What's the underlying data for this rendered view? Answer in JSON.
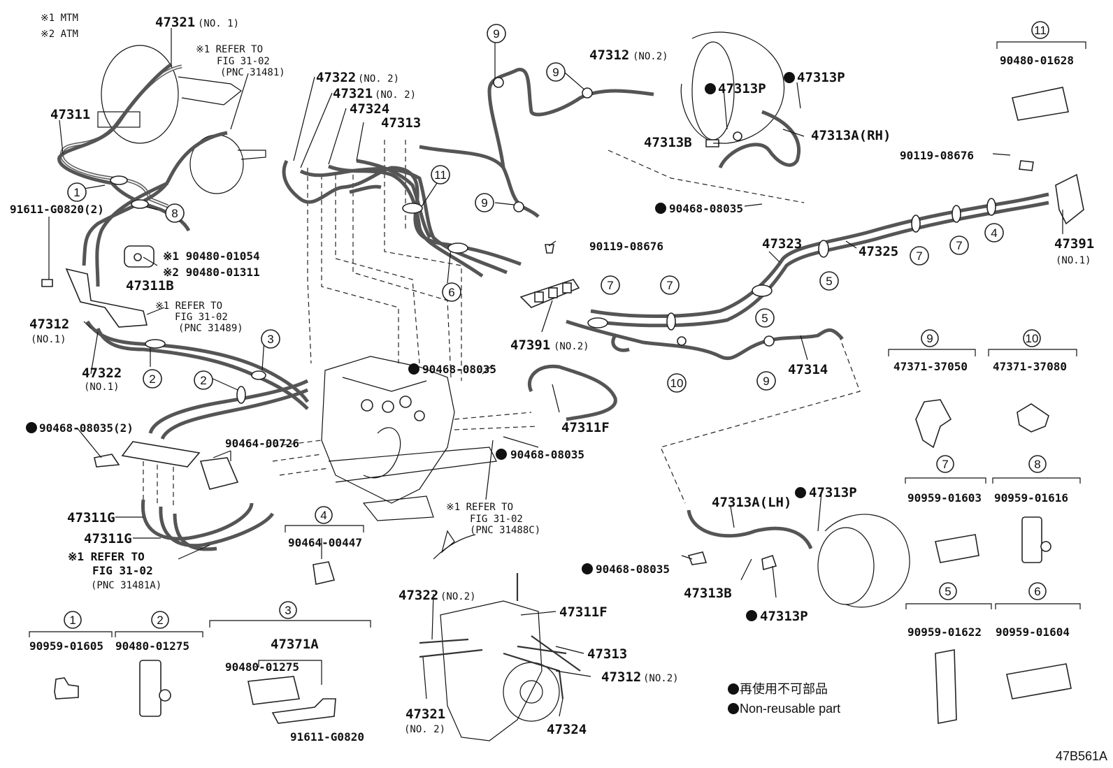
{
  "notes": {
    "mtm": "※1 MTM",
    "atm": "※2 ATM"
  },
  "labels": {
    "l47321_no1": "47321",
    "l47321_no1_sfx": "(NO. 1)",
    "ref1_a": "※1 REFER TO",
    "ref1_b": "FIG 31-02",
    "ref1_c": "(PNC 31481)",
    "l47311": "47311",
    "l91611_2": "91611-G0820(2)",
    "l90480_01054": "※1 90480-01054",
    "l90480_01311": "※2 90480-01311",
    "l47311B": "47311B",
    "ref2_a": "※1 REFER TO",
    "ref2_b": "FIG 31-02",
    "ref2_c": "(PNC 31489)",
    "l47312_no1": "47312",
    "l47312_no1_sfx": "(NO.1)",
    "l47322_no1": "47322",
    "l47322_no1_sfx": "(NO.1)",
    "l90468_2": "90468-08035(2)",
    "l90464_00726": "90464-00726",
    "l47311G_a": "47311G",
    "l47311G_b": "47311G",
    "ref3_a": "※1 REFER TO",
    "ref3_b": "FIG 31-02",
    "ref3_c": "(PNC 31481A)",
    "l47322_no2": "47322",
    "l47322_no2_sfx": "(NO. 2)",
    "l47321_no2": "47321",
    "l47321_no2_sfx": "(NO. 2)",
    "l47324": "47324",
    "l47313": "47313",
    "l47312_no2": "47312",
    "l47312_no2_sfx": "(NO.2)",
    "l47313P_a": "47313P",
    "l47313P_b": "47313P",
    "l47313B_rh": "47313B",
    "l47313A_rh": "47313A(RH)",
    "l90468_rh": "90468-08035",
    "l90119_top": "90119-08676",
    "l90119_mid": "90119-08676",
    "l47323": "47323",
    "l47325": "47325",
    "l47391_no1": "47391",
    "l47391_no1_sfx": "(NO.1)",
    "l47391_no2": "47391",
    "l47391_no2_sfx": "(NO.2)",
    "l47314": "47314",
    "l90468_mid": "90468-08035",
    "l47311F": "47311F",
    "l90468_mid2": "90468-08035",
    "ref4_a": "※1 REFER TO",
    "ref4_b": "FIG 31-02",
    "ref4_c": "(PNC 31488C)",
    "l47313A_lh": "47313A(LH)",
    "l47313P_c": "47313P",
    "l47313P_d": "47313P",
    "l90468_lh": "90468-08035",
    "l47313B_lh": "47313B",
    "l90464_00447": "90464-00447",
    "l47322_bot": "47322",
    "l47322_bot_sfx": "(NO.2)",
    "l47311F_bot": "47311F",
    "l47313_bot": "47313",
    "l47312_bot": "47312",
    "l47312_bot_sfx": "(NO.2)",
    "l47321_bot": "47321",
    "l47321_bot_sfx": "(NO. 2)",
    "l47324_bot": "47324",
    "l47371A": "47371A",
    "l90480_01275_in3": "90480-01275",
    "l91611_bot": "91611-G0820"
  },
  "callout_numbers": [
    "1",
    "2",
    "3",
    "4",
    "5",
    "6",
    "7",
    "8",
    "9",
    "10",
    "11"
  ],
  "clip_key": {
    "c1": "90959-01605",
    "c2": "90480-01275",
    "c4": "90464-00447",
    "c5": "90959-01622",
    "c6": "90959-01604",
    "c7": "90959-01603",
    "c8": "90959-01616",
    "c9": "47371-37050",
    "c10": "47371-37080",
    "c11": "90480-01628"
  },
  "legend": {
    "line1": "再使用不可部品",
    "line2": "Non-reusable part"
  },
  "figure_code": "47B561A",
  "colors": {
    "ink": "#111111",
    "paper": "#ffffff",
    "tube": "#555555"
  }
}
